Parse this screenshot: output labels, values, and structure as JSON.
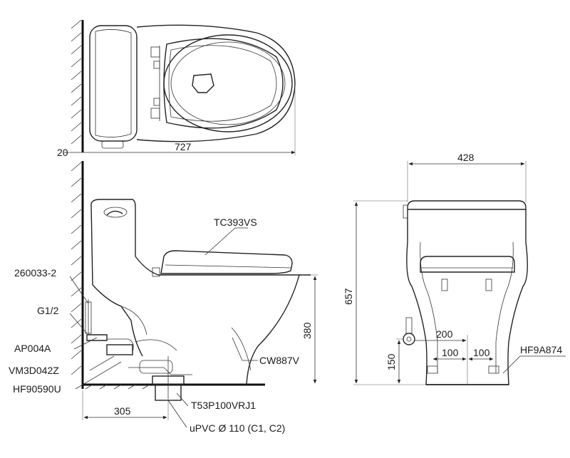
{
  "labels": {
    "seat_model": "TC393VS",
    "bowl_model": "CW887V",
    "hinge_part": "260033-2",
    "supply_size": "G1/2",
    "valve_part": "AP004A",
    "hose_part": "VM3D042Z",
    "flange_part": "HF90590U",
    "outlet_part": "T53P100VRJ1",
    "pipe_spec": "uPVC Ø 110 (C1, C2)",
    "bolt_part": "HF9A874"
  },
  "dimensions": {
    "wall_gap": "20",
    "total_length": "727",
    "total_width": "428",
    "total_height": "657",
    "seat_height": "380",
    "rough_in": "305",
    "supply_height": "150",
    "supply_offset": "200",
    "bolt_spacing_left": "100",
    "bolt_spacing_right": "100"
  }
}
